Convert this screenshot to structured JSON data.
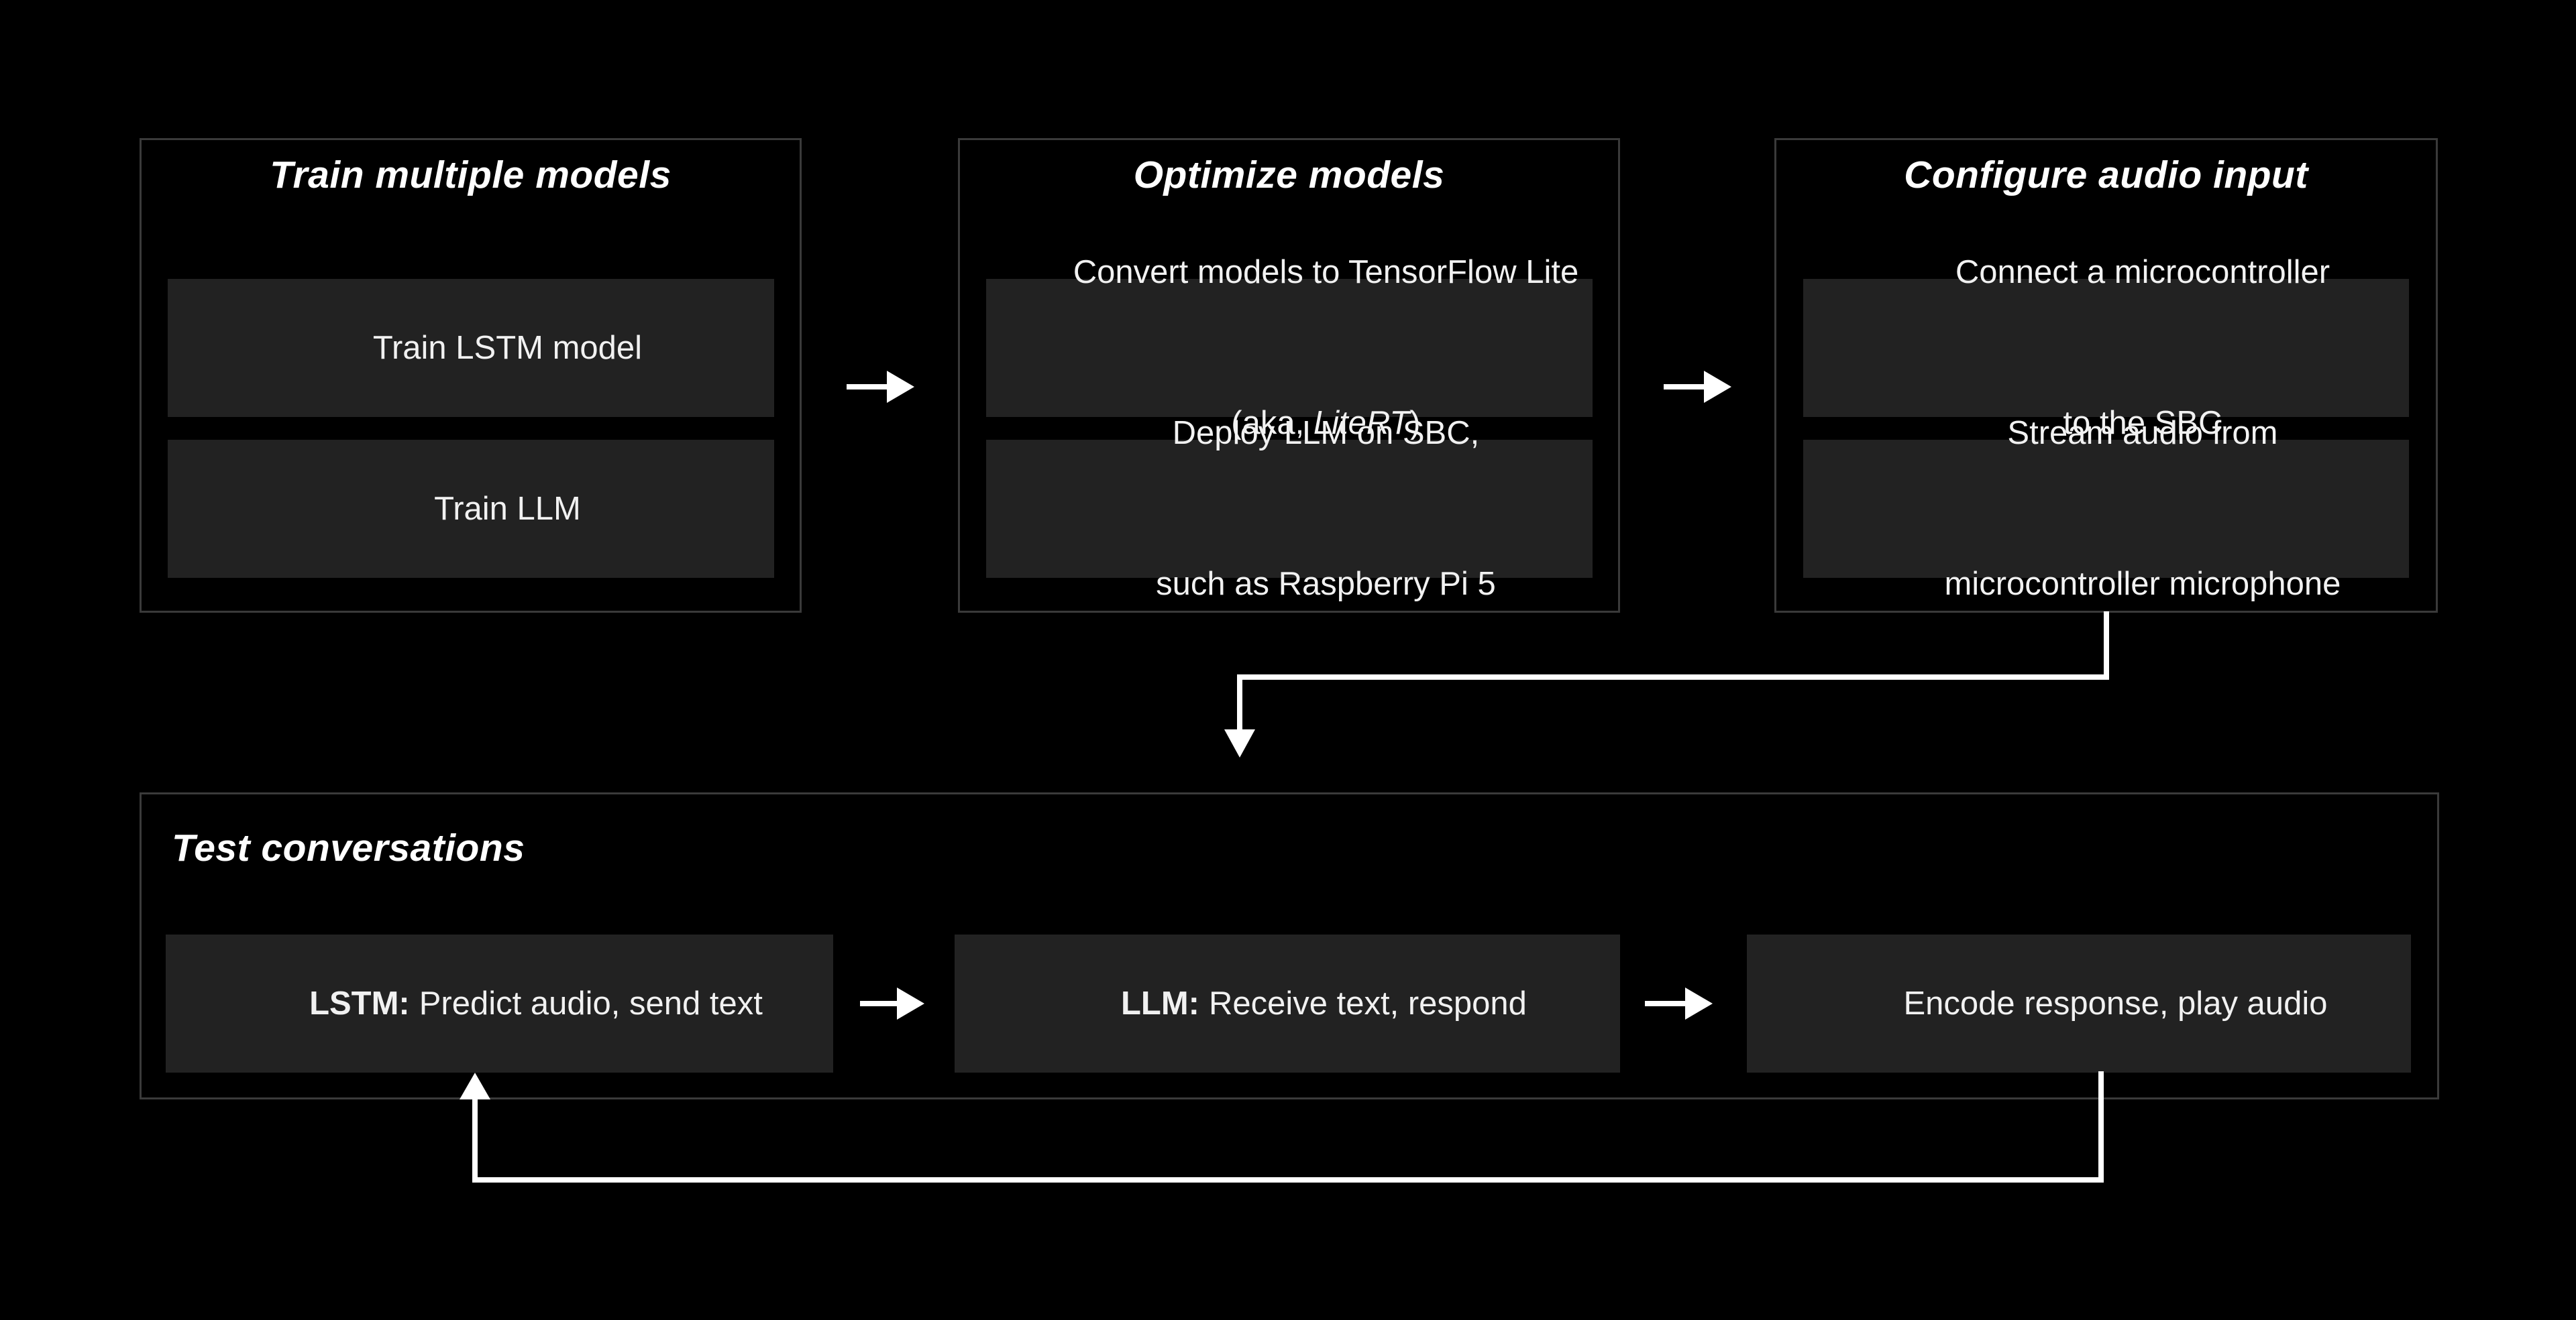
{
  "diagram": {
    "theme": {
      "background": "#000000",
      "panel_border": "#3a3a3a",
      "step_background": "#222222",
      "body_text": "#f1f1f1",
      "title_text": "#ffffff",
      "arrow": "#ffffff"
    },
    "stages": [
      {
        "title": "Train multiple models",
        "steps": [
          {
            "line1": "Train LSTM model"
          },
          {
            "line1": "Train LLM"
          }
        ]
      },
      {
        "title": "Optimize models",
        "steps": [
          {
            "line1": "Convert models to TensorFlow Lite",
            "line2_prefix": "(aka, ",
            "line2_italic": "LiteRT",
            "line2_suffix": ")"
          },
          {
            "line1": "Deploy LLM on SBC,",
            "line2": "such as Raspberry Pi 5"
          }
        ]
      },
      {
        "title": "Configure audio input",
        "steps": [
          {
            "line1": "Connect a microcontroller",
            "line2": "to the SBC"
          },
          {
            "line1": "Stream audio from",
            "line2": "microcontroller microphone"
          }
        ]
      }
    ],
    "bottom_stage": {
      "title": "Test conversations",
      "steps": [
        {
          "label": "LSTM:",
          "text": "Predict audio, send text"
        },
        {
          "label": "LLM:",
          "text": "Receive text, respond"
        },
        {
          "text": "Encode response, play audio"
        }
      ]
    }
  }
}
